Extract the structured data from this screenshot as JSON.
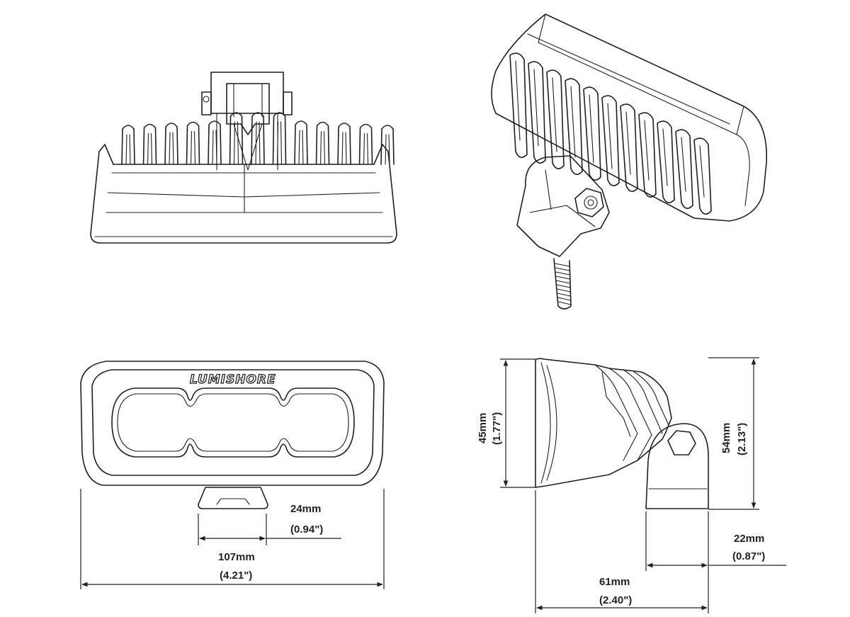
{
  "logo": {
    "text": "LUMISHORE"
  },
  "dimensions": {
    "front_bracket_width": {
      "mm": "24mm",
      "inch": "(0.94\")"
    },
    "front_width": {
      "mm": "107mm",
      "inch": "(4.21\")"
    },
    "side_lens_height": {
      "mm": "45mm",
      "inch": "(1.77\")"
    },
    "side_total_height": {
      "mm": "54mm",
      "inch": "(2.13\")"
    },
    "side_bracket_depth": {
      "mm": "22mm",
      "inch": "(0.87\")"
    },
    "side_depth": {
      "mm": "61mm",
      "inch": "(2.40\")"
    }
  }
}
